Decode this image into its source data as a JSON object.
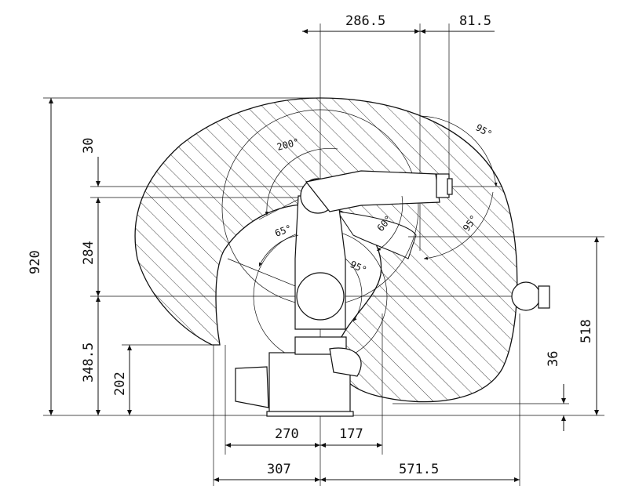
{
  "dimensions": {
    "top_left": "286.5",
    "top_right": "81.5",
    "height_total": "920",
    "upper_offset": "30",
    "mid_height": "284",
    "lower_height": "348.5",
    "base_height": "202",
    "right_height": "518",
    "right_small": "36",
    "bottom_left_inner": "270",
    "bottom_right_inner": "177",
    "bottom_left_outer": "307",
    "bottom_right_outer": "571.5"
  },
  "angles": {
    "a200": "200°",
    "a95_top": "95°",
    "a95_right": "95°",
    "a65": "65°",
    "a60": "60°",
    "a95_low": "95°"
  }
}
